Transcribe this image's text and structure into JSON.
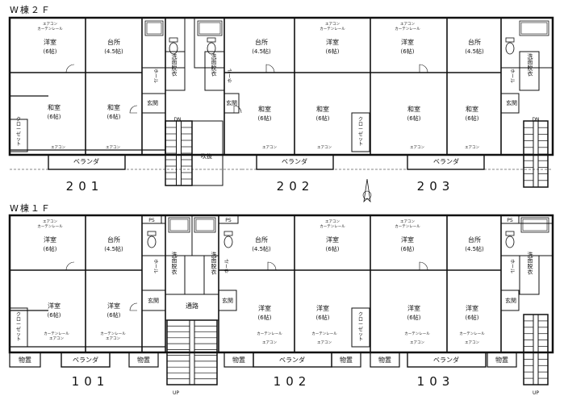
{
  "floors": {
    "upper": {
      "title": "W棟２Ｆ",
      "units": [
        "201",
        "202",
        "203"
      ]
    },
    "lower": {
      "title": "W棟１Ｆ",
      "units": [
        "101",
        "102",
        "103"
      ]
    }
  },
  "rooms": {
    "western": "洋室",
    "size6": "(6帖)",
    "kitchen": "台所",
    "size45": "(4.5帖)",
    "japanese": "和室",
    "washroom": "洗面脱衣",
    "hall": "ホール",
    "entrance": "玄関",
    "closet": "クローゼット",
    "veranda": "ベランダ",
    "storage": "物置",
    "passage": "通路",
    "atrium": "吹抜",
    "ps": "PS"
  },
  "fixtures": {
    "aircon": "エアコン",
    "curtain_rail": "カーテンレール"
  },
  "stairs": {
    "down": "DN",
    "up": "UP"
  }
}
